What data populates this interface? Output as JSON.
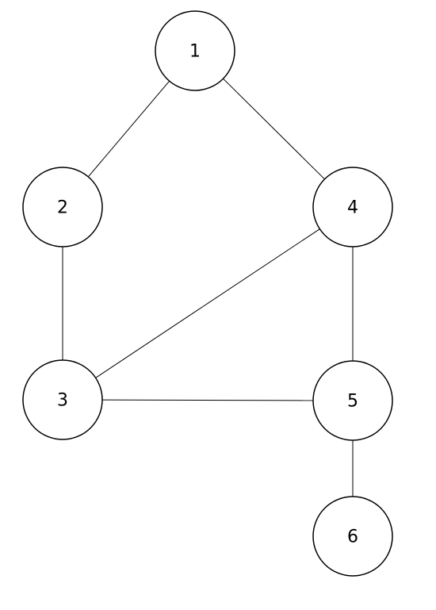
{
  "graph": {
    "nodes": [
      {
        "id": "1",
        "label": "1"
      },
      {
        "id": "2",
        "label": "2"
      },
      {
        "id": "3",
        "label": "3"
      },
      {
        "id": "4",
        "label": "4"
      },
      {
        "id": "5",
        "label": "5"
      },
      {
        "id": "6",
        "label": "6"
      }
    ],
    "edges": [
      {
        "from": "1",
        "to": "2"
      },
      {
        "from": "1",
        "to": "4"
      },
      {
        "from": "2",
        "to": "3"
      },
      {
        "from": "4",
        "to": "3"
      },
      {
        "from": "4",
        "to": "5"
      },
      {
        "from": "3",
        "to": "5"
      },
      {
        "from": "5",
        "to": "6"
      }
    ]
  }
}
